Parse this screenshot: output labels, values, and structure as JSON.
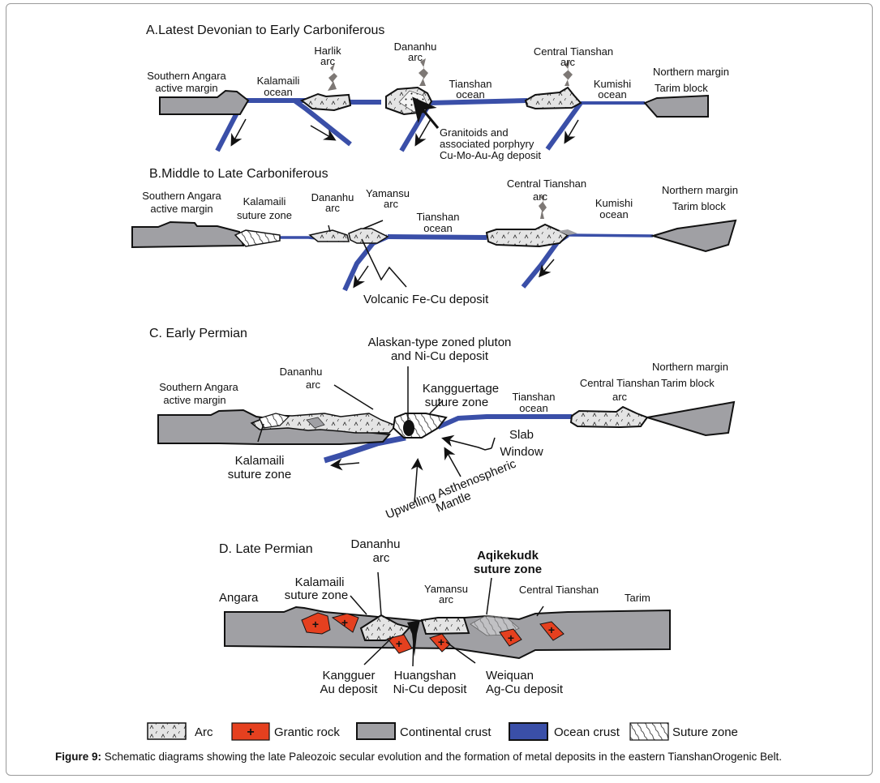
{
  "colors": {
    "ocean": "#3a4fa8",
    "continent": "#a0a0a4",
    "arc": "#e4e4e4",
    "granite": "#e5401f",
    "volcano": "#7d7875",
    "outline": "#111111"
  },
  "panels": {
    "a": {
      "title": "A.Latest Devonian to Early Carboniferous",
      "labels": {
        "southern_angara_1": "Southern Angara",
        "southern_angara_2": "active margin",
        "kalamaili_1": "Kalamaili",
        "kalamaili_2": "ocean",
        "harlik_1": "Harlik",
        "harlik_2": "arc",
        "dananhu_1": "Dananhu",
        "dananhu_2": "arc",
        "tianshan_1": "Tianshan",
        "tianshan_2": "ocean",
        "central_1": "Central Tianshan",
        "central_2": "arc",
        "kumishi_1": "Kumishi",
        "kumishi_2": "ocean",
        "northern_1": "Northern margin",
        "northern_2": "Tarim block",
        "granitoids_1": "Granitoids and",
        "granitoids_2": "associated porphyry",
        "granitoids_3": "Cu-Mo-Au-Ag deposit"
      }
    },
    "b": {
      "title": "B.Middle to Late Carboniferous",
      "labels": {
        "southern_angara_1": "Southern Angara",
        "southern_angara_2": "active margin",
        "kalamaili_1": "Kalamaili",
        "kalamaili_2": "suture zone",
        "dananhu_1": "Dananhu",
        "dananhu_2": "arc",
        "yamansu_1": "Yamansu",
        "yamansu_2": "arc",
        "tianshan_1": "Tianshan",
        "tianshan_2": "ocean",
        "central_1": "Central Tianshan",
        "central_2": "arc",
        "kumishi_1": "Kumishi",
        "kumishi_2": "ocean",
        "northern_1": "Northern margin",
        "northern_2": "Tarim block",
        "volcanic": "Volcanic Fe-Cu deposit"
      }
    },
    "c": {
      "title": "C. Early Permian",
      "labels": {
        "alaskan_1": "Alaskan-type zoned pluton",
        "alaskan_2": "and Ni-Cu deposit",
        "dananhu_1": "Dananhu",
        "dananhu_2": "arc",
        "southern_angara_1": "Southern Angara",
        "southern_angara_2": "active margin",
        "kangguertage_1": "Kangguertage",
        "kangguertage_2": "suture zone",
        "tianshan_1": "Tianshan",
        "tianshan_2": "ocean",
        "central_1": "Central Tianshan",
        "central_2": "arc",
        "northern_1": "Northern margin",
        "northern_2": "Tarim block",
        "slab_1": "Slab",
        "slab_2": "Window",
        "kalamaili_1": "Kalamaili",
        "kalamaili_2": "suture zone",
        "upwelling_1": "Upwelling Asthenospheric",
        "upwelling_2": "Mantle"
      }
    },
    "d": {
      "title": "D. Late Permian",
      "labels": {
        "dananhu_1": "Dananhu",
        "dananhu_2": "arc",
        "aqikekudk_1": "Aqikekudk",
        "aqikekudk_2": "suture zone",
        "kalamaili_1": "Kalamaili",
        "kalamaili_2": "suture zone",
        "angara": "Angara",
        "yamansu_1": "Yamansu",
        "yamansu_2": "arc",
        "central": "Central Tianshan",
        "tarim": "Tarim",
        "kangguer_1": "Kangguer",
        "kangguer_2": "Au deposit",
        "huangshan_1": "Huangshan",
        "huangshan_2": "Ni-Cu deposit",
        "weiquan_1": "Weiquan",
        "weiquan_2": "Ag-Cu deposit"
      }
    }
  },
  "legend": [
    {
      "key": "arc",
      "label": "Arc"
    },
    {
      "key": "granite",
      "label": "Grantic rock"
    },
    {
      "key": "continent",
      "label": "Continental crust"
    },
    {
      "key": "ocean",
      "label": "Ocean crust"
    },
    {
      "key": "suture",
      "label": "Suture zone"
    }
  ],
  "caption": {
    "label": "Figure 9:",
    "text": " Schematic diagrams showing the late Paleozoic secular evolution and the formation of metal deposits in the eastern TianshanOrogenic Belt."
  }
}
